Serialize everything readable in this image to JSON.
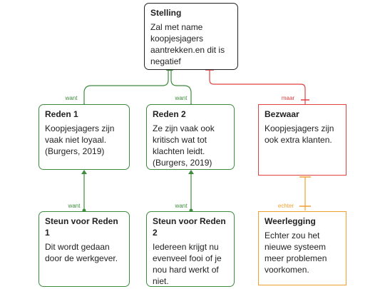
{
  "statement": {
    "title": "Stelling",
    "text": "Zal met name koopjesjagers aantrekken.en dit is negatief"
  },
  "reason1": {
    "title": "Reden 1",
    "text": "Koopjesjagers zijn vaak niet loyaal. (Burgers, 2019)"
  },
  "reason2": {
    "title": "Reden 2",
    "text": "Ze zijn vaak ook kritisch wat tot klachten leidt. (Burgers, 2019)"
  },
  "objection": {
    "title": "Bezwaar",
    "text": "Koopjesjagers zijn ook extra klanten."
  },
  "support1": {
    "title": "Steun voor Reden 1",
    "text": "Dit wordt gedaan door de werkgever."
  },
  "support2": {
    "title": "Steun voor Reden 2",
    "text": "Iedereen krijgt nu evenveel fooi of je nou hard werkt of niet."
  },
  "rebuttal": {
    "title": "Weerlegging",
    "text": "Echter zou het nieuwe systeem meer problemen voorkomen."
  },
  "connectors": {
    "want_1": "want",
    "want_2": "want",
    "maar": "maar",
    "want_3": "want",
    "want_4": "want",
    "echter": "echter"
  },
  "colors": {
    "support": "#3d8b3d",
    "objection": "#e04040",
    "rebuttal": "#f0a030",
    "claim": "#222222"
  }
}
